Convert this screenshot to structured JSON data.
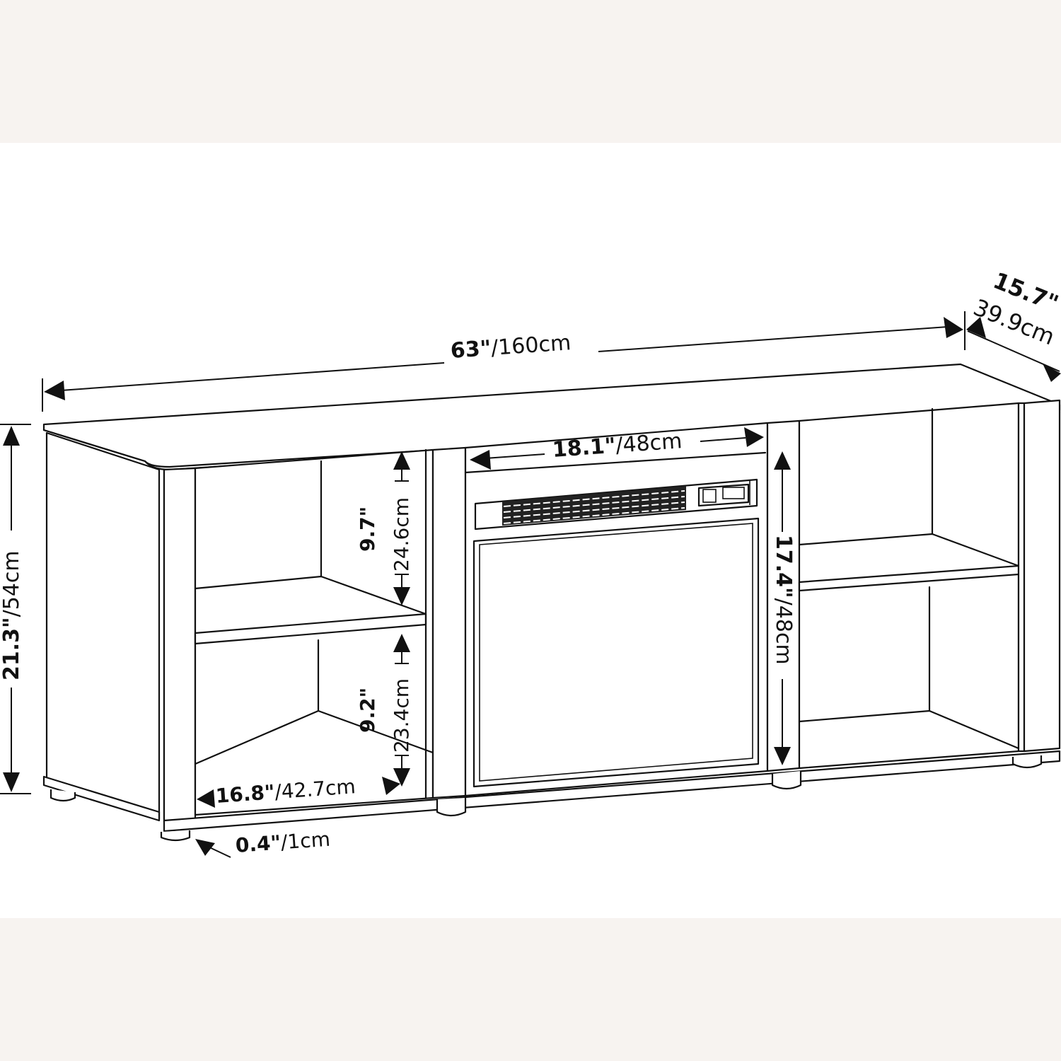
{
  "image": {
    "type": "product-dimension-diagram",
    "subject": "TV stand with electric fireplace insert",
    "background_bands_color": "#f7f3f0",
    "line_color": "#111111"
  },
  "dimensions": {
    "overall_width": {
      "imperial": "63\"",
      "metric": "/160cm"
    },
    "overall_depth": {
      "imperial": "15.7\"",
      "metric": "39.9cm"
    },
    "overall_height": {
      "imperial": "21.3\"",
      "metric": "/54cm"
    },
    "fireplace_width": {
      "imperial": "18.1\"",
      "metric": "/48cm"
    },
    "fireplace_height": {
      "imperial": "17.4\"",
      "metric": "/48cm"
    },
    "upper_shelf_height": {
      "imperial": "9.7\"",
      "metric": "24.6cm"
    },
    "lower_shelf_height": {
      "imperial": "9.2\"",
      "metric": "23.4cm"
    },
    "shelf_width": {
      "imperial": "16.8\"",
      "metric": "/42.7cm"
    },
    "foot_height": {
      "imperial": "0.4\"",
      "metric": "/1cm"
    }
  }
}
